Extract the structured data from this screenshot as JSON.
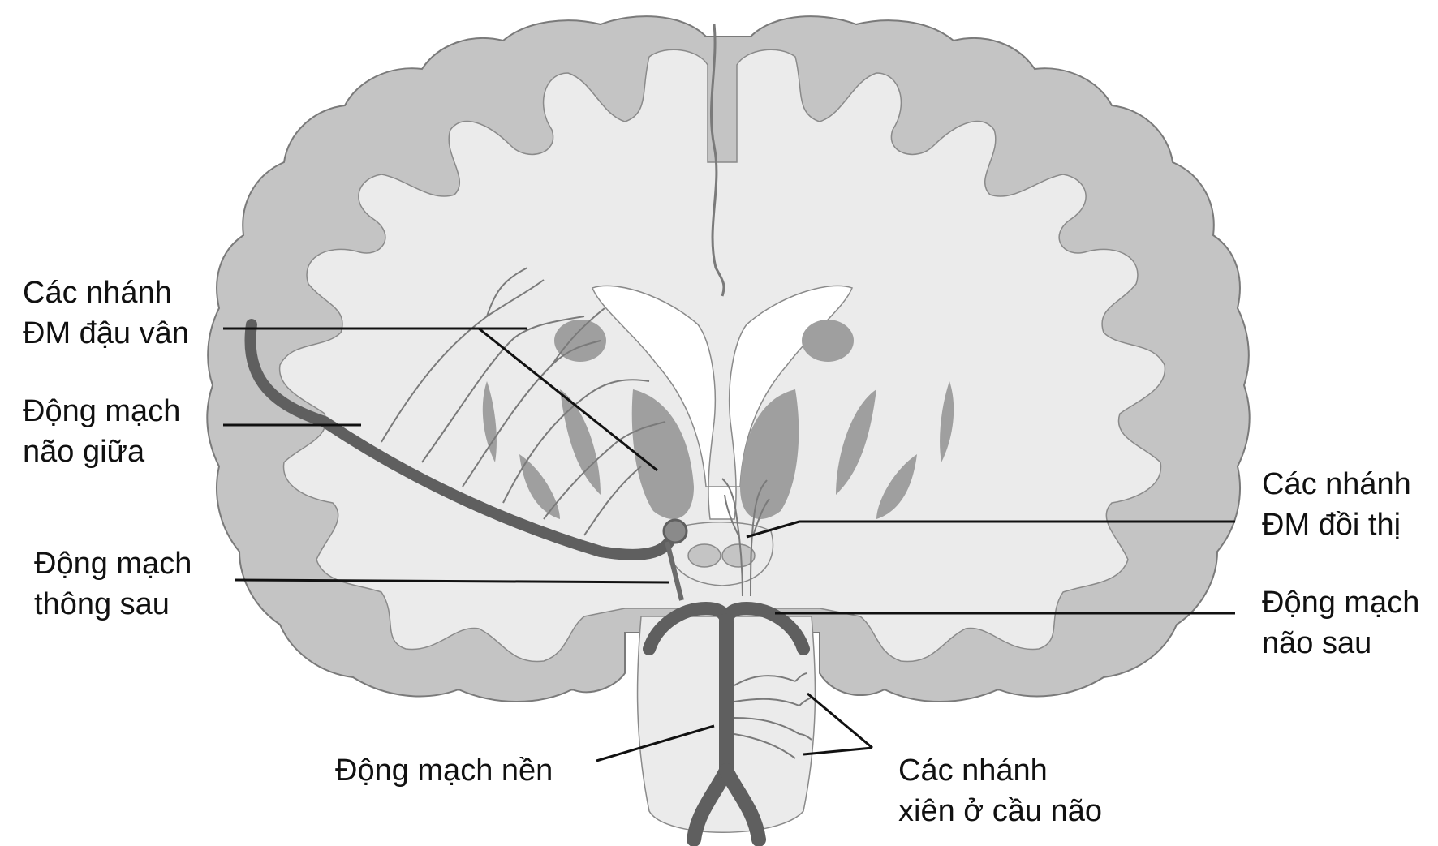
{
  "labels": {
    "striate": {
      "line1": "Các nhánh",
      "line2": "ĐM đậu vân"
    },
    "mca": {
      "line1": "Động mạch",
      "line2": "não giữa"
    },
    "pcomm": {
      "line1": "Động mạch",
      "line2": "thông sau"
    },
    "basilar": {
      "line1": "Động mạch nền"
    },
    "thalamic": {
      "line1": "Các nhánh",
      "line2": "ĐM đồi thị"
    },
    "pca": {
      "line1": "Động mạch",
      "line2": "não sau"
    },
    "pontine": {
      "line1": "Các nhánh",
      "line2": "xiên ở cầu não"
    }
  },
  "colors": {
    "background": "#ffffff",
    "white_matter": "#ebebeb",
    "gray_matter": "#c4c4c4",
    "deep_nuclei": "#9f9f9f",
    "ventricle": "#ffffff",
    "vessel": "#6b6b6b",
    "outline": "#7a7a7a",
    "leader_line": "#111111"
  }
}
